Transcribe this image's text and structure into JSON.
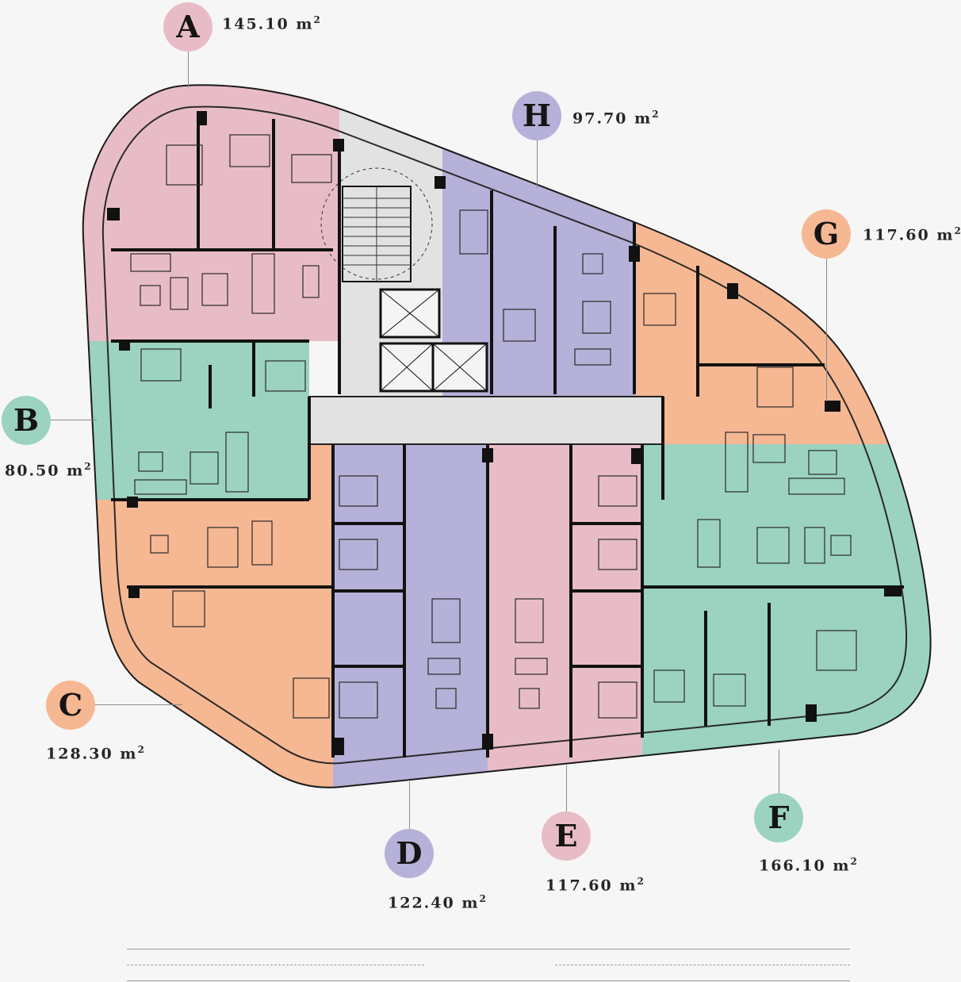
{
  "colors": {
    "A": "#e8bcc6",
    "B": "#9bd3c0",
    "C": "#f6b793",
    "D": "#b5b1d8",
    "E": "#e8bcc6",
    "F": "#9bd3c0",
    "G": "#f6b793",
    "H": "#b5b1d8",
    "core": "#e2e2e2",
    "wall": "#121212",
    "background": "#f6f6f6"
  },
  "units": [
    {
      "id": "A",
      "letter": "A",
      "area": "145.10",
      "unit_suffix": "m",
      "sup": "2"
    },
    {
      "id": "B",
      "letter": "B",
      "area": "80.50",
      "unit_suffix": "m",
      "sup": "2"
    },
    {
      "id": "C",
      "letter": "C",
      "area": "128.30",
      "unit_suffix": "m",
      "sup": "2"
    },
    {
      "id": "D",
      "letter": "D",
      "area": "122.40",
      "unit_suffix": "m",
      "sup": "2"
    },
    {
      "id": "E",
      "letter": "E",
      "area": "117.60",
      "unit_suffix": "m",
      "sup": "2"
    },
    {
      "id": "F",
      "letter": "F",
      "area": "166.10",
      "unit_suffix": "m",
      "sup": "2"
    },
    {
      "id": "G",
      "letter": "G",
      "area": "117.60",
      "unit_suffix": "m",
      "sup": "2"
    },
    {
      "id": "H",
      "letter": "H",
      "area": "97.70",
      "unit_suffix": "m",
      "sup": "2"
    }
  ]
}
